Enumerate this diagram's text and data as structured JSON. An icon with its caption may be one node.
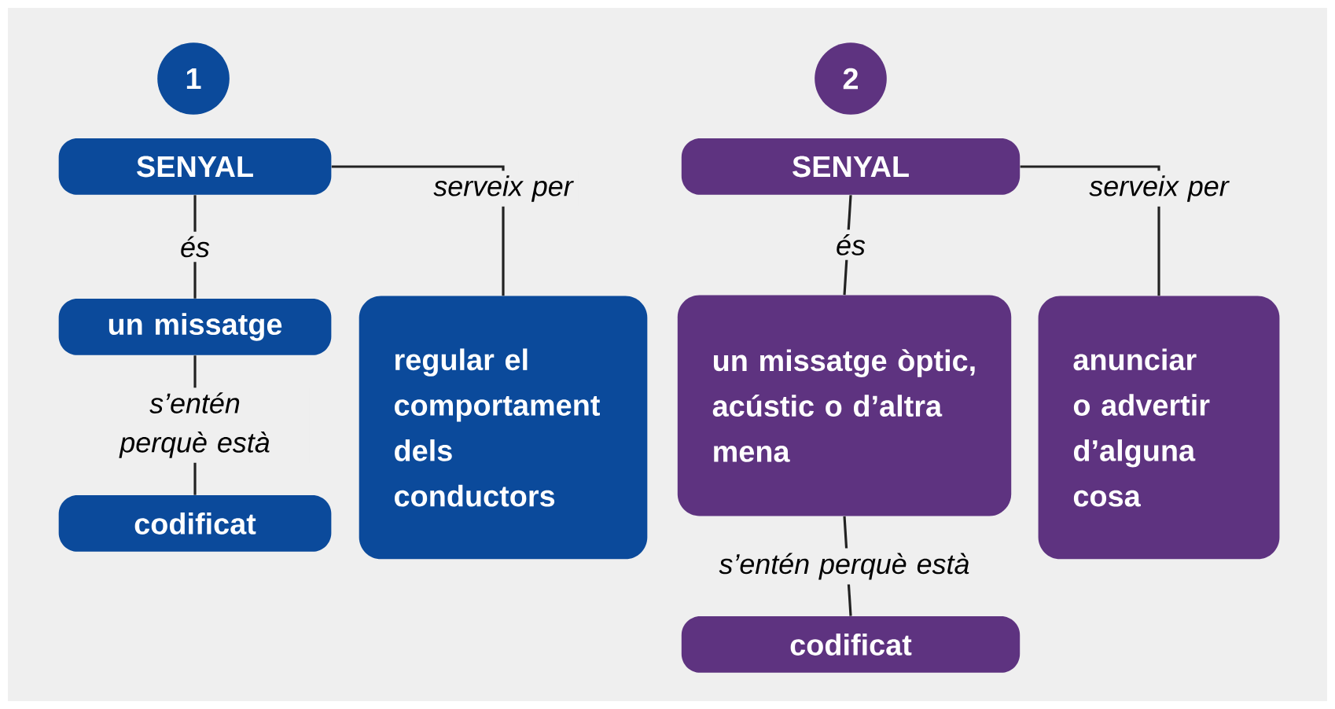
{
  "diagram": {
    "nodes": [
      {
        "text": [
          "1"
        ]
      },
      {
        "text": [
          "SENYAL"
        ]
      },
      {
        "text": [
          "un missatge"
        ]
      },
      {
        "text": [
          "codificat"
        ]
      },
      {
        "text": [
          "regular el comportament dels conductors"
        ]
      },
      {
        "text": [
          "2"
        ]
      },
      {
        "text": [
          "SENYAL"
        ]
      },
      {
        "text": [
          "un missatge òptic, acústic o d’altra mena"
        ]
      },
      {
        "text": [
          "codificat"
        ]
      },
      {
        "text": [
          "anunciar o advertir d’alguna cosa"
        ]
      }
    ],
    "edges": [
      {
        "from": 1,
        "to": 2,
        "arrow": "none",
        "label": "és"
      },
      {
        "from": 2,
        "to": 3,
        "arrow": "none",
        "label": "s’entén perquè està"
      },
      {
        "from": 1,
        "to": 4,
        "arrow": "none",
        "label": "serveix per"
      },
      {
        "from": 6,
        "to": 7,
        "arrow": "none",
        "label": "és"
      },
      {
        "from": 7,
        "to": 8,
        "arrow": "none",
        "label": "s’entén perquè està"
      },
      {
        "from": 6,
        "to": 9,
        "arrow": "none",
        "label": "serveix per"
      }
    ]
  }
}
